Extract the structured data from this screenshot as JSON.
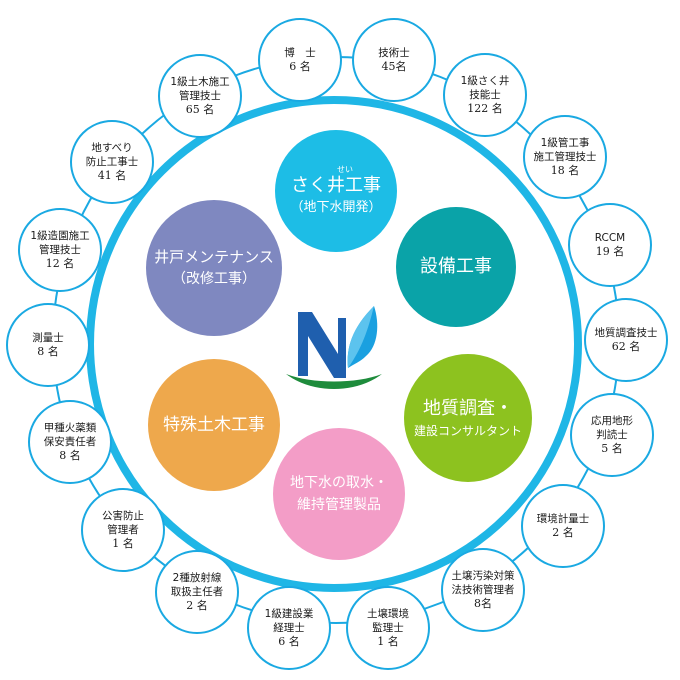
{
  "colors": {
    "ring": "#1fb6e6",
    "badge_border": "#1aa9e2",
    "service_drilling": "#1dbde6",
    "service_equipment": "#0aa3a8",
    "service_geology": "#8dc21f",
    "service_products": "#f39dc7",
    "service_civil": "#eea84c",
    "service_maintenance": "#7f88c0",
    "logo_blue": "#1f5fae",
    "logo_green": "#1e8c3c"
  },
  "services": {
    "drilling": {
      "ruby": "せい",
      "line1": "さく井工事",
      "line2": "（地下水開発）"
    },
    "equipment": {
      "line1": "設備工事"
    },
    "geology": {
      "line1": "地質調査・",
      "line2": "建設コンサルタント"
    },
    "products": {
      "line1": "地下水の取水・",
      "line2": "維持管理製品"
    },
    "civil": {
      "line1": "特殊土木工事"
    },
    "maintenance": {
      "line1": "井戸メンテナンス",
      "line2": "（改修工事）"
    }
  },
  "qualifications": [
    {
      "line1": "博　士",
      "count": "6 名"
    },
    {
      "line1": "技術士",
      "count": "45名"
    },
    {
      "line1": "1級さく井",
      "line2": "技能士",
      "count": "122 名"
    },
    {
      "line1": "1級管工事",
      "line2": "施工管理技士",
      "count": "18 名"
    },
    {
      "line1": "RCCM",
      "count": "19 名"
    },
    {
      "line1": "地質調査技士",
      "count": "62 名"
    },
    {
      "line1": "応用地形",
      "line2": "判読士",
      "count": "5 名"
    },
    {
      "line1": "環境計量士",
      "count": "2 名"
    },
    {
      "line1": "土壌汚染対策",
      "line2": "法技術管理者",
      "count": "8名"
    },
    {
      "line1": "土壌環境",
      "line2": "監理士",
      "count": "1 名"
    },
    {
      "line1": "1級建設業",
      "line2": "経理士",
      "count": "6 名"
    },
    {
      "line1": "2種放射線",
      "line2": "取扱主任者",
      "count": "2 名"
    },
    {
      "line1": "公害防止",
      "line2": "管理者",
      "count": "1 名"
    },
    {
      "line1": "甲種火薬類",
      "line2": "保安責任者",
      "count": "8 名"
    },
    {
      "line1": "測量士",
      "count": "8 名"
    },
    {
      "line1": "1級造園施工",
      "line2": "管理技士",
      "count": "12 名"
    },
    {
      "line1": "地すべり",
      "line2": "防止工事士",
      "count": "41 名"
    },
    {
      "line1": "1級土木施工",
      "line2": "管理技士",
      "count": "65 名"
    }
  ]
}
